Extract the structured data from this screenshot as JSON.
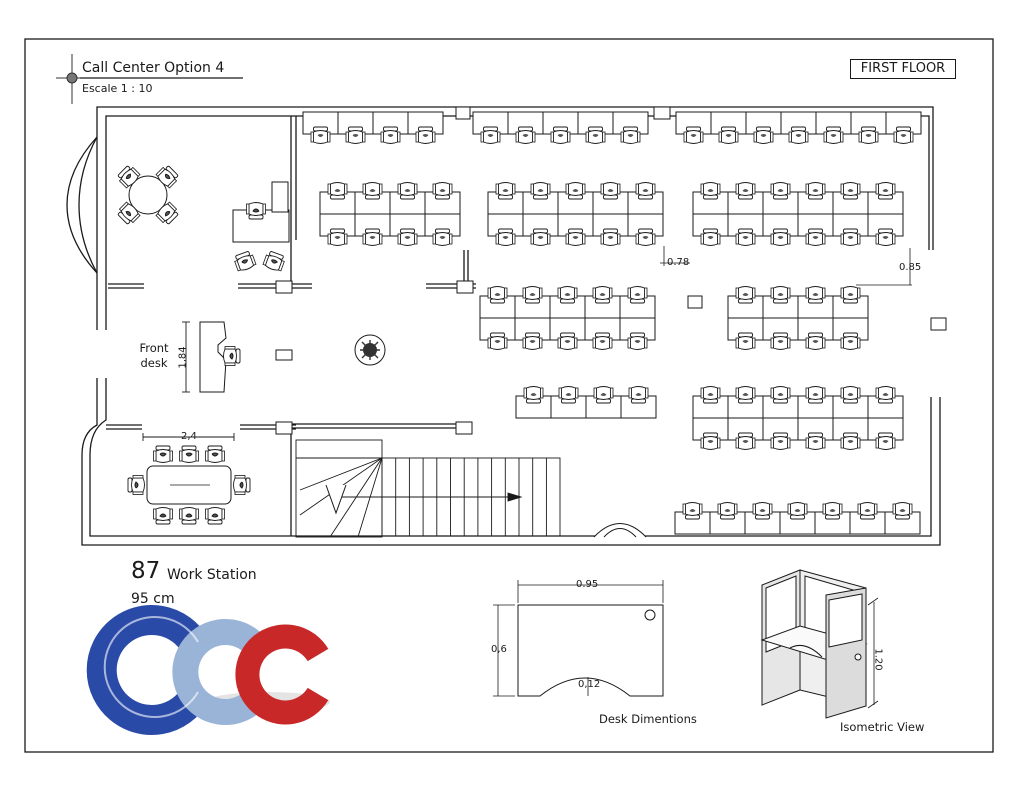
{
  "header": {
    "title": "Call Center Option 4",
    "scale": "Escale 1 : 10",
    "floor_label": "FIRST FLOOR"
  },
  "summary": {
    "count": "87",
    "count_label": "Work Station",
    "desk_size": "95 cm"
  },
  "plan_labels": {
    "front_desk": "Front desk",
    "front_desk_dim": "1,84",
    "meeting_table_dim": "2,4",
    "aisle_dim": "0.78",
    "side_dim": "0.85"
  },
  "desk_detail": {
    "width": "0.95",
    "depth": "0,6",
    "curve": "0,12",
    "caption": "Desk Dimentions"
  },
  "isometric": {
    "height": "1.20",
    "caption": "Isometric View"
  },
  "logo": {
    "colors": [
      "#2a4aa8",
      "#9ab4d8",
      "#c82828"
    ]
  }
}
